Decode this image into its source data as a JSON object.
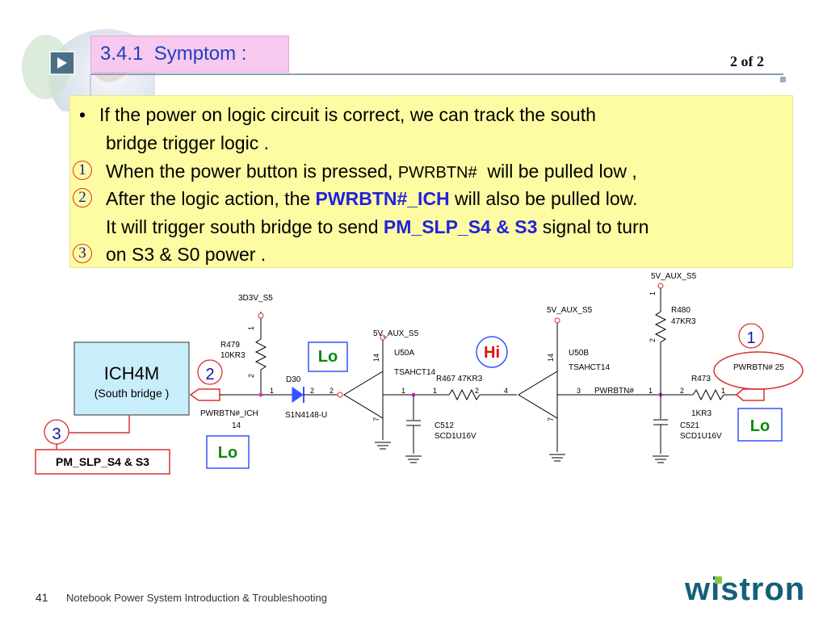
{
  "header": {
    "section_title": "3.4.1  Symptom :",
    "page_indicator": "2 of 2"
  },
  "body": {
    "bullet": "•",
    "line1": "If the power on logic circuit is correct, we can track the south",
    "line2": "bridge trigger logic .",
    "line3_pre": "When the power button is pressed, ",
    "line3_signal": "PWRBTN#",
    "line3_post": "  will be pulled low ,",
    "line4_pre": "After the logic action, the ",
    "line4_signal": "PWRBTN#_ICH",
    "line4_post": " will also be pulled low.",
    "line5_pre": "It will trigger south bridge to send ",
    "line5_signal": "PM_SLP_S4 & S3",
    "line5_post": " signal to turn",
    "line6": "on S3 & S0 power .",
    "marker1": "1",
    "marker2": "2",
    "marker3": "3"
  },
  "schematic": {
    "ich_title": "ICH4M",
    "ich_subtitle": "(South bridge )",
    "pm_label": "PM_SLP_S4 & S3",
    "marker1": "1",
    "marker2": "2",
    "marker3": "3",
    "state_lo_d30": "Lo",
    "state_hi": "Hi",
    "state_lo_right": "Lo",
    "state_lo_bottom": "Lo",
    "rail_3d3v": "3D3V_S5",
    "rail_5v_a": "5V_AUX_S5",
    "rail_5v_b": "5V_AUX_S5",
    "rail_5v_c": "5V_AUX_S5",
    "r479_name": "R479",
    "r479_val": "10KR3",
    "r480_name": "R480",
    "r480_val": "47KR3",
    "r467": "R467  47KR3",
    "r473_name": "R473",
    "r473_val": "1KR3",
    "d30_name": "D30",
    "d30_part": "S1N4148-U",
    "u50a_name": "U50A",
    "u50a_part": "TSAHCT14",
    "u50b_name": "U50B",
    "u50b_part": "TSAHCT14",
    "c512_name": "C512",
    "c512_part": "SCD1U16V",
    "c521_name": "C521",
    "c521_part": "SCD1U16V",
    "net_pwrbtn_ich": "PWRBTN#_ICH",
    "net_pwrbtn_ich_num": "14",
    "net_pwrbtn": "PWRBTN#",
    "pwrbtn_conn": "PWRBTN# 25",
    "pin1": "1",
    "pin2": "2",
    "pin3": "3",
    "pin4": "4",
    "pin7": "7",
    "pin14": "14"
  },
  "footer": {
    "page_number": "41",
    "course_title": "Notebook Power System Introduction & Troubleshooting",
    "logo": "wistron"
  },
  "colors": {
    "title_bg": "#f7c9ef",
    "text_box_bg": "#fefca2",
    "accent_blue": "#2222dd",
    "wire_red": "#d93030",
    "logo_teal": "#14607a",
    "ich_box_bg": "#c9eefb"
  }
}
